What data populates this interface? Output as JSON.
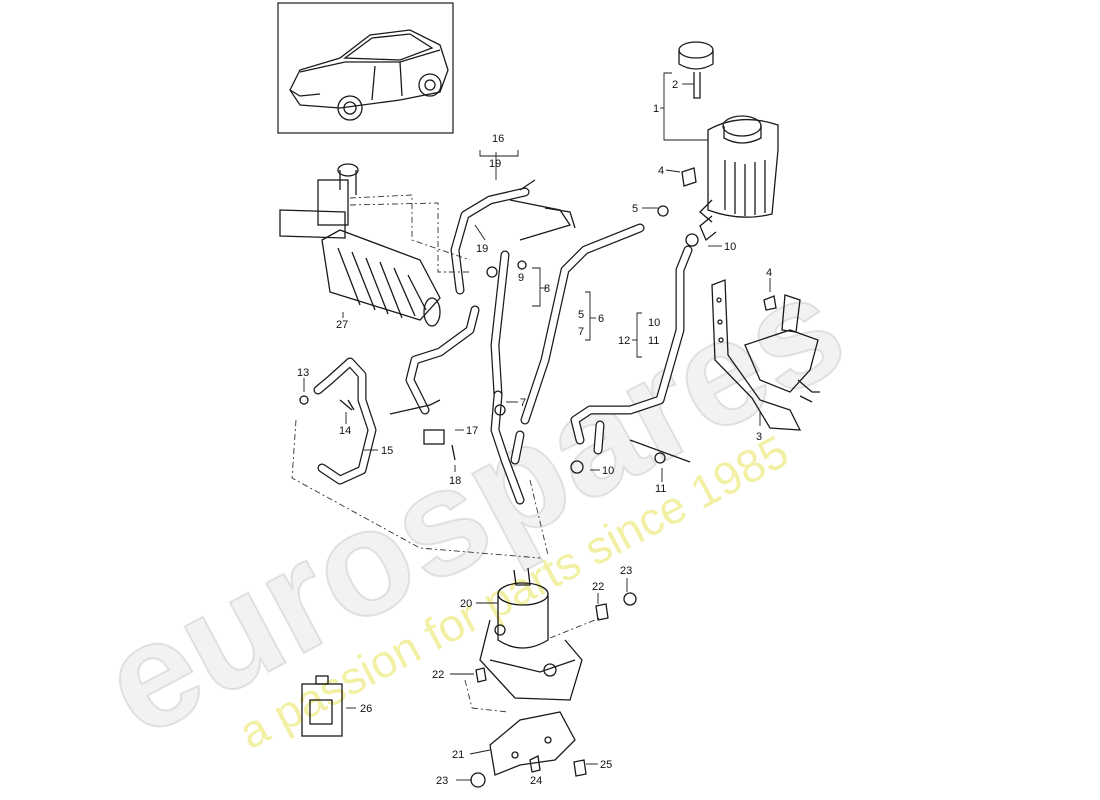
{
  "diagram": {
    "callouts": [
      {
        "id": "c1",
        "text": "1"
      },
      {
        "id": "c2",
        "text": "2"
      },
      {
        "id": "c3",
        "text": "3"
      },
      {
        "id": "c4a",
        "text": "4"
      },
      {
        "id": "c4b",
        "text": "4"
      },
      {
        "id": "c5a",
        "text": "5"
      },
      {
        "id": "c5b",
        "text": "5"
      },
      {
        "id": "c6",
        "text": "6"
      },
      {
        "id": "c7a",
        "text": "7"
      },
      {
        "id": "c7b",
        "text": "7"
      },
      {
        "id": "c8",
        "text": "8"
      },
      {
        "id": "c9",
        "text": "9"
      },
      {
        "id": "c10a",
        "text": "10"
      },
      {
        "id": "c10b",
        "text": "10"
      },
      {
        "id": "c10c",
        "text": "10"
      },
      {
        "id": "c11a",
        "text": "11"
      },
      {
        "id": "c11b",
        "text": "11"
      },
      {
        "id": "c12",
        "text": "12"
      },
      {
        "id": "c13",
        "text": "13"
      },
      {
        "id": "c14",
        "text": "14"
      },
      {
        "id": "c15",
        "text": "15"
      },
      {
        "id": "c16",
        "text": "16"
      },
      {
        "id": "c17",
        "text": "17"
      },
      {
        "id": "c18",
        "text": "18"
      },
      {
        "id": "c19a",
        "text": "19"
      },
      {
        "id": "c19b",
        "text": "19"
      },
      {
        "id": "c20",
        "text": "20"
      },
      {
        "id": "c21",
        "text": "21"
      },
      {
        "id": "c22a",
        "text": "22"
      },
      {
        "id": "c22b",
        "text": "22"
      },
      {
        "id": "c23a",
        "text": "23"
      },
      {
        "id": "c23b",
        "text": "23"
      },
      {
        "id": "c24",
        "text": "24"
      },
      {
        "id": "c25",
        "text": "25"
      },
      {
        "id": "c26",
        "text": "26"
      },
      {
        "id": "c27",
        "text": "27"
      }
    ]
  },
  "watermark": {
    "logo": "eurospares",
    "tagline": "a passion for parts since 1985"
  }
}
